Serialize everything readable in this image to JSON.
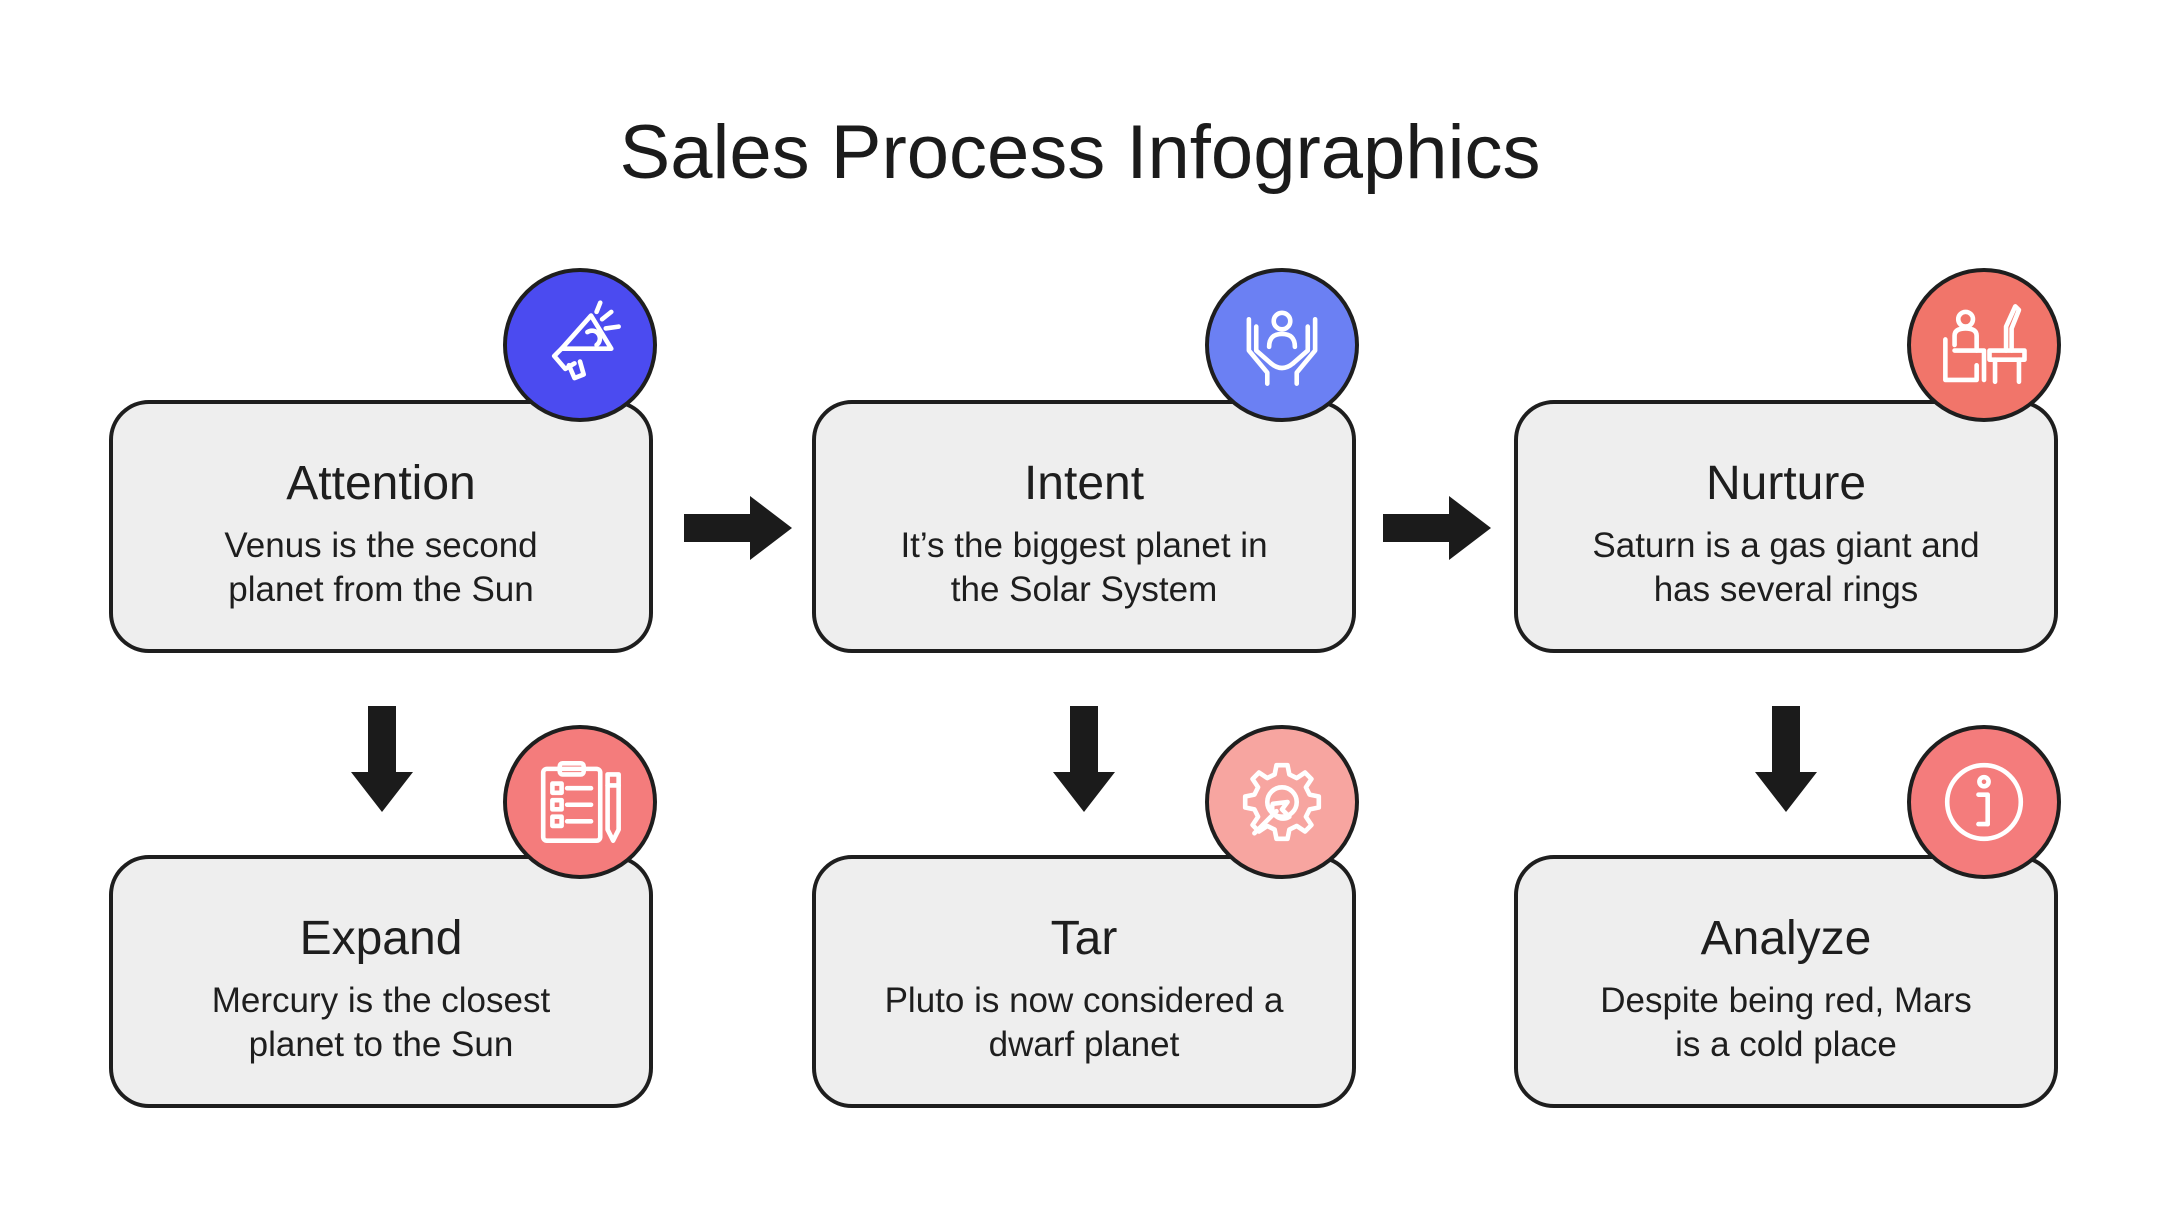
{
  "title": "Sales Process Infographics",
  "steps": [
    {
      "title": "Attention",
      "desc_line1": "Venus is the second",
      "desc_line2": "planet from the Sun",
      "icon": "megaphone-icon",
      "color": "#4b4bf0"
    },
    {
      "title": "Intent",
      "desc_line1": "It’s the biggest planet in",
      "desc_line2": "the Solar System",
      "icon": "hands-care-icon",
      "color": "#6b80f3"
    },
    {
      "title": "Nurture",
      "desc_line1": "Saturn is a gas giant and",
      "desc_line2": "has several rings",
      "icon": "presenter-desk-icon",
      "color": "#f1756a"
    },
    {
      "title": "Expand",
      "desc_line1": "Mercury is the closest",
      "desc_line2": "planet to the Sun",
      "icon": "clipboard-checklist-icon",
      "color": "#f47c7c"
    },
    {
      "title": "Tar",
      "desc_line1": "Pluto is now considered a",
      "desc_line2": "dwarf planet",
      "icon": "gear-wrench-icon",
      "color": "#f7a5a0"
    },
    {
      "title": "Analyze",
      "desc_line1": "Despite being red, Mars",
      "desc_line2": "is a cold place",
      "icon": "info-icon",
      "color": "#f47c7c"
    }
  ],
  "colors": {
    "box_fill": "#eeeeee",
    "outline": "#1e1e1e",
    "arrow": "#1b1b1b",
    "icon_stroke": "#ffffff"
  }
}
